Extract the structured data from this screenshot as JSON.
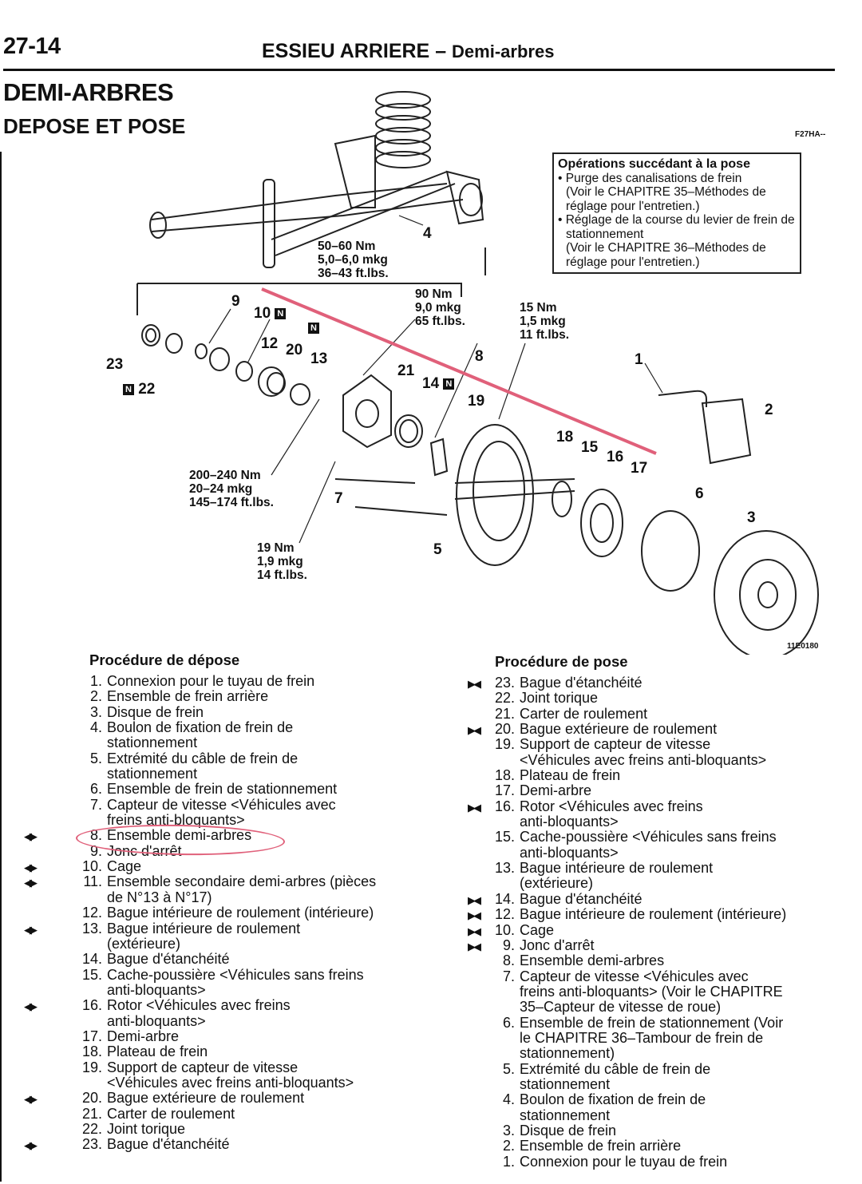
{
  "header": {
    "page_number": "27-14",
    "section": "ESSIEU ARRIERE",
    "separator": "–",
    "subsection": "Demi-arbres"
  },
  "title": "DEMI-ARBRES",
  "subtitle": "DEPOSE ET POSE",
  "figure_codes": [
    "F27HA--",
    "11E0180"
  ],
  "notes": {
    "heading": "Opérations succédant à la pose",
    "bullets": [
      "Purge des canalisations de frein\n(Voir le CHAPITRE 35–Méthodes de réglage pour l'entretien.)",
      "Réglage de la course du levier de frein de stationnement\n(Voir le CHAPITRE 36–Méthodes de réglage pour l'entretien.)"
    ]
  },
  "torques": [
    "50–60 Nm\n5,0–6,0 mkg\n36–43 ft.lbs.",
    "90 Nm\n9,0 mkg\n65 ft.lbs.",
    "15 Nm\n1,5 mkg\n11 ft.lbs.",
    "200–240 Nm\n20–24 mkg\n145–174 ft.lbs.",
    "19 Nm\n1,9 mkg\n14 ft.lbs."
  ],
  "callouts": [
    "1",
    "2",
    "3",
    "4",
    "5",
    "6",
    "7",
    "8",
    "9",
    "10",
    "12",
    "13",
    "14",
    "15",
    "16",
    "17",
    "18",
    "19",
    "20",
    "21",
    "22",
    "23"
  ],
  "new_part_badge": "N",
  "colors": {
    "highlight": "#e0607a",
    "annotation_line": "#e0607a"
  },
  "depose": {
    "heading": "Procédure de dépose",
    "items": [
      {
        "num": "1.",
        "text": "Connexion pour le tuyau de frein",
        "marker": ""
      },
      {
        "num": "2.",
        "text": "Ensemble de frein arrière",
        "marker": ""
      },
      {
        "num": "3.",
        "text": "Disque de frein",
        "marker": ""
      },
      {
        "num": "4.",
        "text": "Boulon de fixation de frein de\nstationnement",
        "marker": ""
      },
      {
        "num": "5.",
        "text": "Extrémité du câble de frein de\nstationnement",
        "marker": ""
      },
      {
        "num": "6.",
        "text": "Ensemble de frein de stationnement",
        "marker": ""
      },
      {
        "num": "7.",
        "text": "Capteur de vitesse <Véhicules avec\nfreins anti-bloquants>",
        "marker": ""
      },
      {
        "num": "8.",
        "text": "Ensemble demi-arbres",
        "marker": "◀▶"
      },
      {
        "num": "9.",
        "text": "Jonc d'arrêt",
        "marker": ""
      },
      {
        "num": "10.",
        "text": "Cage",
        "marker": "◀▶"
      },
      {
        "num": "11.",
        "text": "Ensemble secondaire demi-arbres (pièces\nde N°13 à N°17)",
        "marker": "◀▶"
      },
      {
        "num": "12.",
        "text": "Bague intérieure de roulement (intérieure)",
        "marker": ""
      },
      {
        "num": "13.",
        "text": "Bague intérieure de roulement\n(extérieure)",
        "marker": "◀▶"
      },
      {
        "num": "14.",
        "text": "Bague d'étanchéité",
        "marker": ""
      },
      {
        "num": "15.",
        "text": "Cache-poussière <Véhicules sans freins\nanti-bloquants>",
        "marker": ""
      },
      {
        "num": "16.",
        "text": "Rotor <Véhicules avec freins\nanti-bloquants>",
        "marker": "◀▶"
      },
      {
        "num": "17.",
        "text": "Demi-arbre",
        "marker": ""
      },
      {
        "num": "18.",
        "text": "Plateau de frein",
        "marker": ""
      },
      {
        "num": "19.",
        "text": "Support de capteur de vitesse\n<Véhicules avec freins anti-bloquants>",
        "marker": ""
      },
      {
        "num": "20.",
        "text": "Bague extérieure de roulement",
        "marker": "◀▶"
      },
      {
        "num": "21.",
        "text": "Carter de roulement",
        "marker": ""
      },
      {
        "num": "22.",
        "text": "Joint torique",
        "marker": ""
      },
      {
        "num": "23.",
        "text": "Bague d'étanchéité",
        "marker": "◀▶"
      }
    ]
  },
  "pose": {
    "heading": "Procédure de pose",
    "items": [
      {
        "num": "23.",
        "text": "Bague d'étanchéité",
        "marker": "▶◀"
      },
      {
        "num": "22.",
        "text": "Joint torique",
        "marker": ""
      },
      {
        "num": "21.",
        "text": "Carter de roulement",
        "marker": ""
      },
      {
        "num": "20.",
        "text": "Bague extérieure de roulement",
        "marker": "▶◀"
      },
      {
        "num": "19.",
        "text": "Support de capteur de vitesse\n<Véhicules avec freins anti-bloquants>",
        "marker": ""
      },
      {
        "num": "18.",
        "text": "Plateau de frein",
        "marker": ""
      },
      {
        "num": "17.",
        "text": "Demi-arbre",
        "marker": ""
      },
      {
        "num": "16.",
        "text": "Rotor <Véhicules avec freins\nanti-bloquants>",
        "marker": "▶◀"
      },
      {
        "num": "15.",
        "text": "Cache-poussière <Véhicules sans freins\nanti-bloquants>",
        "marker": ""
      },
      {
        "num": "13.",
        "text": "Bague intérieure de roulement\n(extérieure)",
        "marker": ""
      },
      {
        "num": "14.",
        "text": "Bague d'étanchéité",
        "marker": "▶◀"
      },
      {
        "num": "12.",
        "text": "Bague intérieure de roulement (intérieure)",
        "marker": "▶◀"
      },
      {
        "num": "10.",
        "text": "Cage",
        "marker": "▶◀"
      },
      {
        "num": "9.",
        "text": "Jonc d'arrêt",
        "marker": "▶◀"
      },
      {
        "num": "8.",
        "text": "Ensemble demi-arbres",
        "marker": ""
      },
      {
        "num": "7.",
        "text": "Capteur de vitesse <Véhicules avec\nfreins anti-bloquants> (Voir le CHAPITRE\n35–Capteur de vitesse de roue)",
        "marker": ""
      },
      {
        "num": "6.",
        "text": "Ensemble de frein de stationnement (Voir\nle CHAPITRE 36–Tambour de frein de\nstationnement)",
        "marker": ""
      },
      {
        "num": "5.",
        "text": "Extrémité du câble de frein de\nstationnement",
        "marker": ""
      },
      {
        "num": "4.",
        "text": "Boulon de fixation de frein de\nstationnement",
        "marker": ""
      },
      {
        "num": "3.",
        "text": "Disque de frein",
        "marker": ""
      },
      {
        "num": "2.",
        "text": "Ensemble de frein arrière",
        "marker": ""
      },
      {
        "num": "1.",
        "text": "Connexion pour le tuyau de frein",
        "marker": ""
      }
    ]
  }
}
